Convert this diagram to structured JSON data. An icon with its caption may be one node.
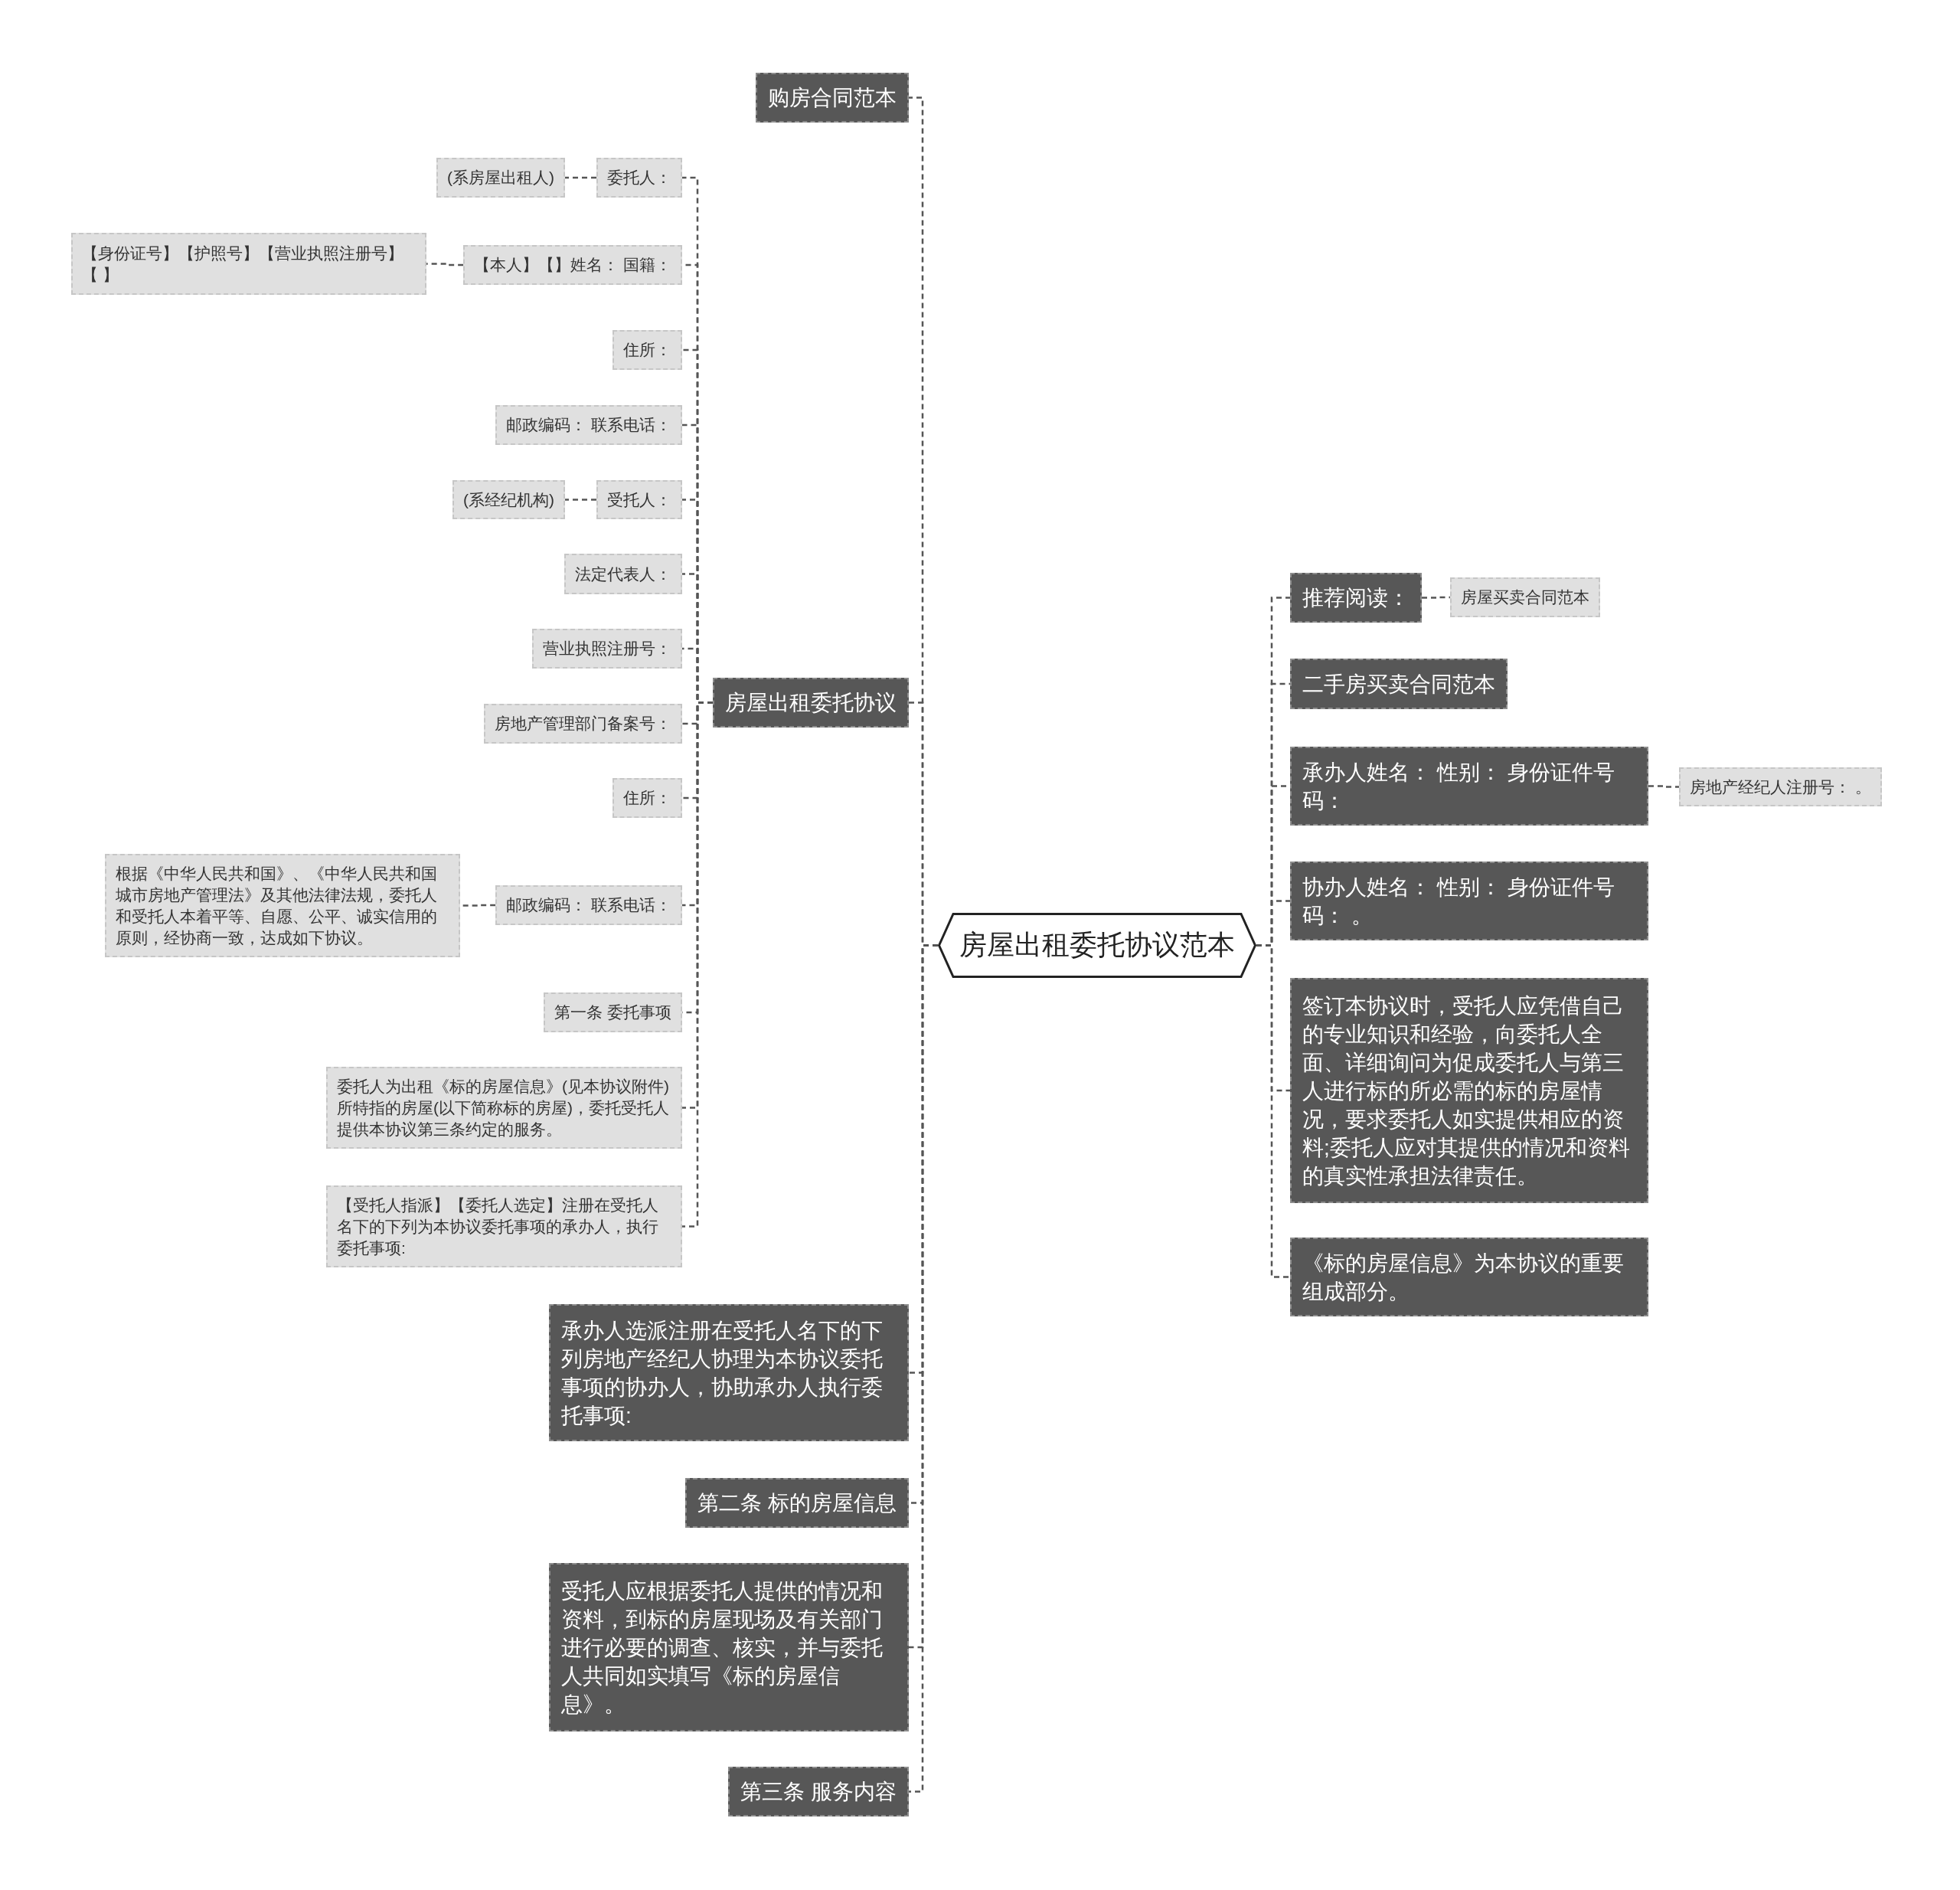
{
  "diagram": {
    "nodes": [
      {
        "text": [
          "房屋出租委托协议范本"
        ]
      },
      {
        "text": [
          "购房合同范本"
        ]
      },
      {
        "text": [
          "房屋出租委托协议"
        ]
      },
      {
        "text": [
          "委托人："
        ]
      },
      {
        "text": [
          "(系房屋出租人)"
        ]
      },
      {
        "text": [
          "【本人】【】姓名： 国籍："
        ]
      },
      {
        "text": [
          "【身份证号】【护照号】【营业执照注册号】【 】"
        ]
      },
      {
        "text": [
          "住所："
        ]
      },
      {
        "text": [
          "邮政编码： 联系电话："
        ]
      },
      {
        "text": [
          "受托人："
        ]
      },
      {
        "text": [
          "(系经纪机构)"
        ]
      },
      {
        "text": [
          "法定代表人："
        ]
      },
      {
        "text": [
          "营业执照注册号："
        ]
      },
      {
        "text": [
          "房地产管理部门备案号："
        ]
      },
      {
        "text": [
          "住所："
        ]
      },
      {
        "text": [
          "邮政编码： 联系电话："
        ]
      },
      {
        "text": [
          "根据《中华人民共和国》、《中华人民共和国城市房地产管理法》及其他法律法规，委托人和受托人本着平等、自愿、公平、诚实信用的原则，经协商一致，达成如下协议。"
        ]
      },
      {
        "text": [
          "第一条 委托事项"
        ]
      },
      {
        "text": [
          "委托人为出租《标的房屋信息》(见本协议附件)所特指的房屋(以下简称标的房屋)，委托受托人提供本协议第三条约定的服务。"
        ]
      },
      {
        "text": [
          "【受托人指派】【委托人选定】注册在受托人名下的下列为本协议委托事项的承办人，执行委托事项:"
        ]
      },
      {
        "text": [
          "承办人选派注册在受托人名下的下列房地产经纪人协理为本协议委托事项的协办人，协助承办人执行委托事项:"
        ]
      },
      {
        "text": [
          "第二条 标的房屋信息"
        ]
      },
      {
        "text": [
          "受托人应根据委托人提供的情况和资料，到标的房屋现场及有关部门进行必要的调查、核实，并与委托人共同如实填写《标的房屋信息》。"
        ]
      },
      {
        "text": [
          "第三条 服务内容"
        ]
      },
      {
        "text": [
          "推荐阅读："
        ]
      },
      {
        "text": [
          "房屋买卖合同范本"
        ]
      },
      {
        "text": [
          "二手房买卖合同范本"
        ]
      },
      {
        "text": [
          "承办人姓名： 性别： 身份证件号码："
        ]
      },
      {
        "text": [
          "房地产经纪人注册号： 。"
        ]
      },
      {
        "text": [
          "协办人姓名： 性别： 身份证件号码： 。"
        ]
      },
      {
        "text": [
          "签订本协议时，受托人应凭借自己的专业知识和经验，向委托人全面、详细询问为促成委托人与第三人进行标的所必需的标的房屋情况，要求委托人如实提供相应的资料;委托人应对其提供的情况和资料的真实性承担法律责任。"
        ]
      },
      {
        "text": [
          "《标的房屋信息》为本协议的重要组成部分。"
        ]
      }
    ],
    "edges": [
      {
        "from": 0,
        "to": 1,
        "arrow": "none"
      },
      {
        "from": 0,
        "to": 2,
        "arrow": "none"
      },
      {
        "from": 2,
        "to": 3,
        "arrow": "none"
      },
      {
        "from": 3,
        "to": 4,
        "arrow": "none"
      },
      {
        "from": 2,
        "to": 5,
        "arrow": "none"
      },
      {
        "from": 5,
        "to": 6,
        "arrow": "none"
      },
      {
        "from": 2,
        "to": 7,
        "arrow": "none"
      },
      {
        "from": 2,
        "to": 8,
        "arrow": "none"
      },
      {
        "from": 2,
        "to": 9,
        "arrow": "none"
      },
      {
        "from": 9,
        "to": 10,
        "arrow": "none"
      },
      {
        "from": 2,
        "to": 11,
        "arrow": "none"
      },
      {
        "from": 2,
        "to": 12,
        "arrow": "none"
      },
      {
        "from": 2,
        "to": 13,
        "arrow": "none"
      },
      {
        "from": 2,
        "to": 14,
        "arrow": "none"
      },
      {
        "from": 2,
        "to": 15,
        "arrow": "none"
      },
      {
        "from": 15,
        "to": 16,
        "arrow": "none"
      },
      {
        "from": 2,
        "to": 17,
        "arrow": "none"
      },
      {
        "from": 2,
        "to": 18,
        "arrow": "none"
      },
      {
        "from": 2,
        "to": 19,
        "arrow": "none"
      },
      {
        "from": 0,
        "to": 20,
        "arrow": "none"
      },
      {
        "from": 0,
        "to": 21,
        "arrow": "none"
      },
      {
        "from": 0,
        "to": 22,
        "arrow": "none"
      },
      {
        "from": 0,
        "to": 23,
        "arrow": "none"
      },
      {
        "from": 0,
        "to": 24,
        "arrow": "none"
      },
      {
        "from": 24,
        "to": 25,
        "arrow": "none"
      },
      {
        "from": 0,
        "to": 26,
        "arrow": "none"
      },
      {
        "from": 0,
        "to": 27,
        "arrow": "none"
      },
      {
        "from": 27,
        "to": 28,
        "arrow": "none"
      },
      {
        "from": 0,
        "to": 29,
        "arrow": "none"
      },
      {
        "from": 0,
        "to": 30,
        "arrow": "none"
      },
      {
        "from": 0,
        "to": 31,
        "arrow": "none"
      }
    ]
  }
}
